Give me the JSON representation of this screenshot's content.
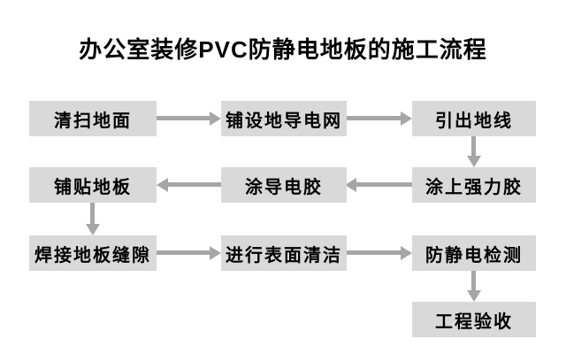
{
  "title": "办公室装修PVC防静电地板的施工流程",
  "colors": {
    "background": "#ffffff",
    "node_fill": "#d9d9d9",
    "arrow": "#a6a6a6",
    "text": "#000000"
  },
  "flow": {
    "nodes": [
      {
        "id": "clean-floor",
        "label": "清扫地面"
      },
      {
        "id": "lay-conductive-mesh",
        "label": "铺设地导电网"
      },
      {
        "id": "lead-out-ground-wire",
        "label": "引出地线"
      },
      {
        "id": "apply-strong-glue",
        "label": "涂上强力胶"
      },
      {
        "id": "apply-conductive-glue",
        "label": "涂导电胶"
      },
      {
        "id": "lay-floor",
        "label": "铺贴地板"
      },
      {
        "id": "weld-floor-seams",
        "label": "焊接地板缝隙"
      },
      {
        "id": "surface-cleaning",
        "label": "进行表面清洁"
      },
      {
        "id": "anti-static-testing",
        "label": "防静电检测"
      },
      {
        "id": "project-acceptance",
        "label": "工程验收"
      }
    ],
    "edges": [
      {
        "from": "清扫地面",
        "to": "铺设地导电网",
        "direction": "right"
      },
      {
        "from": "铺设地导电网",
        "to": "引出地线",
        "direction": "right"
      },
      {
        "from": "引出地线",
        "to": "涂上强力胶",
        "direction": "down"
      },
      {
        "from": "涂上强力胶",
        "to": "涂导电胶",
        "direction": "left"
      },
      {
        "from": "涂导电胶",
        "to": "铺贴地板",
        "direction": "left"
      },
      {
        "from": "铺贴地板",
        "to": "焊接地板缝隙",
        "direction": "down"
      },
      {
        "from": "焊接地板缝隙",
        "to": "进行表面清洁",
        "direction": "right"
      },
      {
        "from": "进行表面清洁",
        "to": "防静电检测",
        "direction": "right"
      },
      {
        "from": "防静电检测",
        "to": "工程验收",
        "direction": "down"
      }
    ]
  }
}
